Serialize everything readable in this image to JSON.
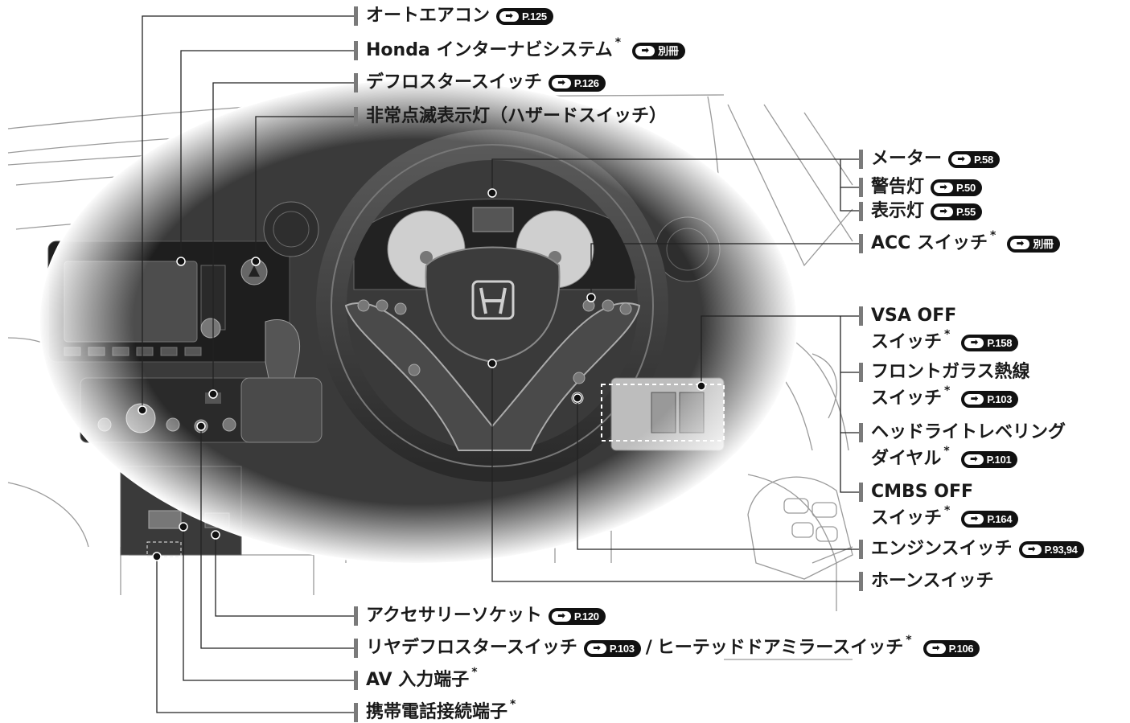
{
  "callouts": {
    "auto_aircon": {
      "label": "オートエアコン",
      "ref": "P.125"
    },
    "navi": {
      "label": "Honda インターナビシステム",
      "star": "*",
      "ref": "別冊"
    },
    "defroster": {
      "label": "デフロスタースイッチ",
      "ref": "P.126"
    },
    "hazard": {
      "label": "非常点滅表示灯（ハザードスイッチ）"
    },
    "meter": {
      "label": "メーター",
      "ref": "P.58"
    },
    "warning_light": {
      "label": "警告灯",
      "ref": "P.50"
    },
    "indicator_light": {
      "label": "表示灯",
      "ref": "P.55"
    },
    "acc_switch": {
      "label": "ACC スイッチ",
      "star": "*",
      "ref": "別冊"
    },
    "vsa_off": {
      "line1": "VSA OFF",
      "line2": "スイッチ",
      "star": "*",
      "ref": "P.158"
    },
    "windshield_heater": {
      "line1": "フロントガラス熱線",
      "line2": "スイッチ",
      "star": "*",
      "ref": "P.103"
    },
    "headlight_leveling": {
      "line1": "ヘッドライトレベリング",
      "line2": "ダイヤル",
      "star": "*",
      "ref": "P.101"
    },
    "cmbs_off": {
      "line1": "CMBS OFF",
      "line2": "スイッチ",
      "star": "*",
      "ref": "P.164"
    },
    "engine_switch": {
      "label": "エンジンスイッチ",
      "ref": "P.93,94"
    },
    "horn_switch": {
      "label": "ホーンスイッチ"
    },
    "accessory_socket": {
      "label": "アクセサリーソケット",
      "ref": "P.120"
    },
    "rear_defroster": {
      "label": "リヤデフロスタースイッチ",
      "ref": "P.103",
      "separator": "/",
      "label2": "ヒーテッドドアミラースイッチ",
      "star": "*",
      "ref2": "P.106"
    },
    "av_input": {
      "label": "AV 入力端子",
      "star": "*"
    },
    "phone_terminal": {
      "label": "携帯電話接続端子",
      "star": "*"
    }
  },
  "ref_arrow": "➡",
  "colors": {
    "text": "#1a1a1a",
    "badge": "#111111",
    "leader": "#222222",
    "drawing": "#9a9a9a"
  }
}
